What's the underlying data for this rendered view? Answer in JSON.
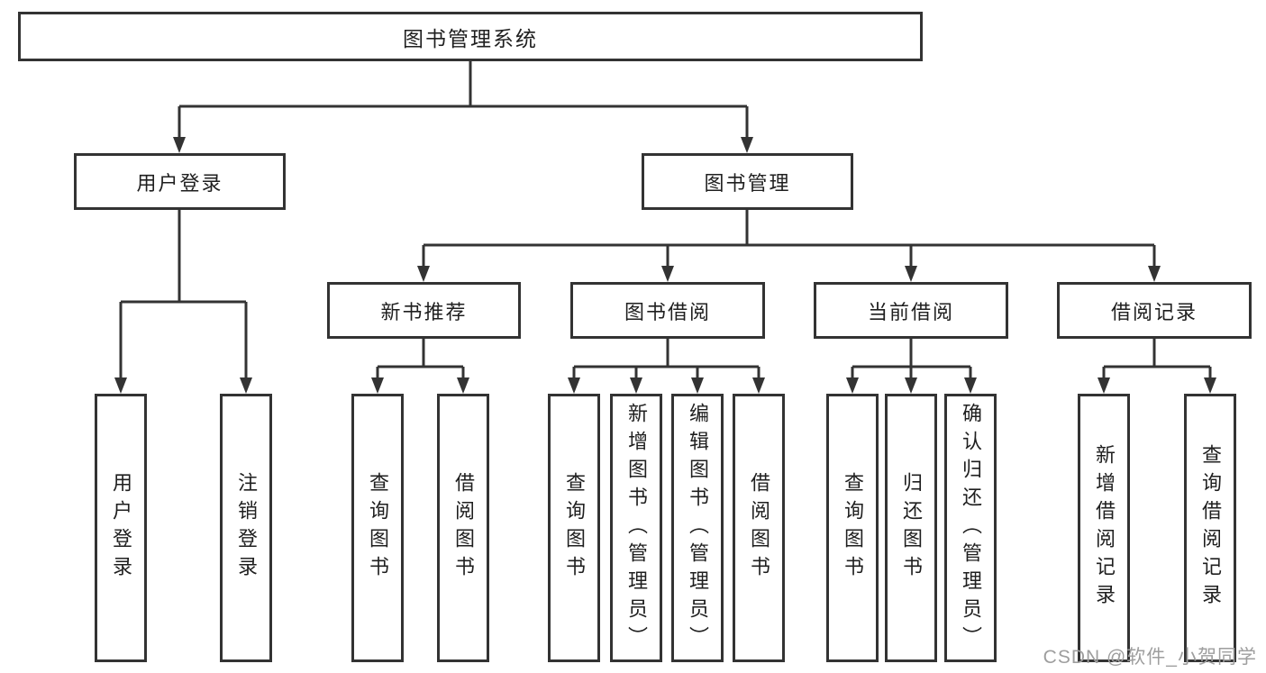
{
  "diagram_title": "图书管理系统",
  "tree": {
    "label": "图书管理系统",
    "children": [
      {
        "label": "用户登录",
        "children": [
          {
            "label": "用户登录"
          },
          {
            "label": "注销登录"
          }
        ]
      },
      {
        "label": "图书管理",
        "children": [
          {
            "label": "新书推荐",
            "children": [
              {
                "label": "查询图书"
              },
              {
                "label": "借阅图书"
              }
            ]
          },
          {
            "label": "图书借阅",
            "children": [
              {
                "label": "查询图书"
              },
              {
                "label": "新增图书（管理员）"
              },
              {
                "label": "编辑图书（管理员）"
              },
              {
                "label": "借阅图书"
              }
            ]
          },
          {
            "label": "当前借阅",
            "children": [
              {
                "label": "查询图书"
              },
              {
                "label": "归还图书"
              },
              {
                "label": "确认归还（管理员）"
              }
            ]
          },
          {
            "label": "借阅记录",
            "children": [
              {
                "label": "新增借阅记录"
              },
              {
                "label": "查询借阅记录"
              }
            ]
          }
        ]
      }
    ]
  },
  "watermark": {
    "text": "CSDN @软件_小贺同学"
  },
  "colors": {
    "line": "#333333",
    "box_border": "#333333",
    "text": "#1f1f1f",
    "watermark": "#9e9e9e",
    "background": "#ffffff"
  }
}
